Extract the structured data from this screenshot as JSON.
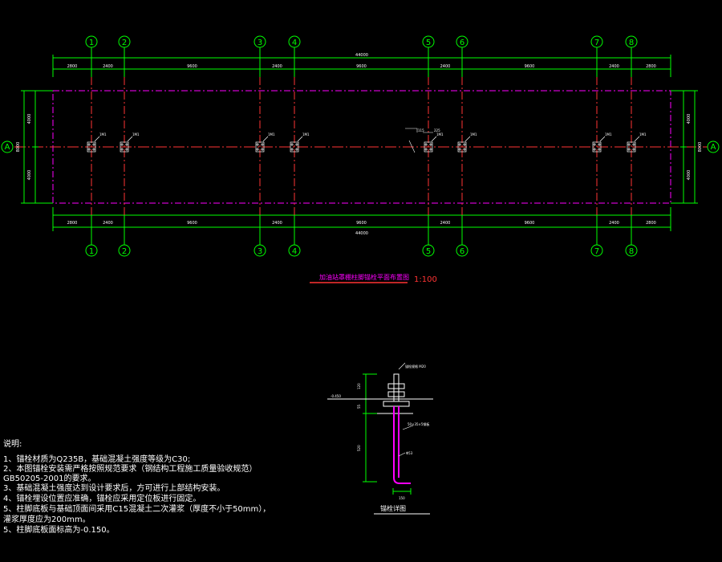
{
  "plan": {
    "axes_x": [
      "1",
      "2",
      "3",
      "4",
      "5",
      "6",
      "7",
      "8"
    ],
    "axis_a": "A",
    "dims_top": [
      "2800",
      "2400",
      "9600",
      "2400",
      "9600",
      "2400",
      "9600",
      "2400",
      "2800"
    ],
    "dims_bottom": [
      "2800",
      "2400",
      "9600",
      "2400",
      "9600",
      "2400",
      "9600",
      "2400",
      "2800"
    ],
    "total": "44000",
    "side_total": "8000",
    "side_half": "4000",
    "bolt_label": "1M1",
    "dim_115": "115",
    "dim_225": "225",
    "title": "加油站罩棚柱脚锚栓平面布置图",
    "scale": "1:100"
  },
  "detail": {
    "label_top": "锚栓规格\nM20",
    "level": "-0.450",
    "dims_vertical": [
      "120",
      "55",
      "520"
    ],
    "note_right": "50×35×5钢板",
    "note_hook": "Φ53",
    "bottom_width": "150",
    "title": "锚栓详图"
  },
  "notes": {
    "heading": "说明:",
    "lines": [
      "1、锚栓材质为Q235B，基础混凝土强度等级为C30;",
      "2、本图锚栓安装需严格按照规范要求（钢结构工程施工质量验收规范）",
      "   GB50205-2001的要求。",
      "3、基础混凝土强度达到设计要求后，方可进行上部结构安装。",
      "4、锚栓埋设位置应准确，锚栓应采用定位板进行固定。",
      "5、柱脚底板与基础顶面间采用C15混凝土二次灌浆（厚度不小于50mm），",
      "   灌浆厚度应为200mm。",
      "5、柱脚底板面标高为-0.150。"
    ]
  },
  "colors": {
    "axis": "#ff3333",
    "dim": "#00ff00",
    "outline": "#ff00ff",
    "bolt": "#ffffff",
    "bg": "#000000"
  }
}
